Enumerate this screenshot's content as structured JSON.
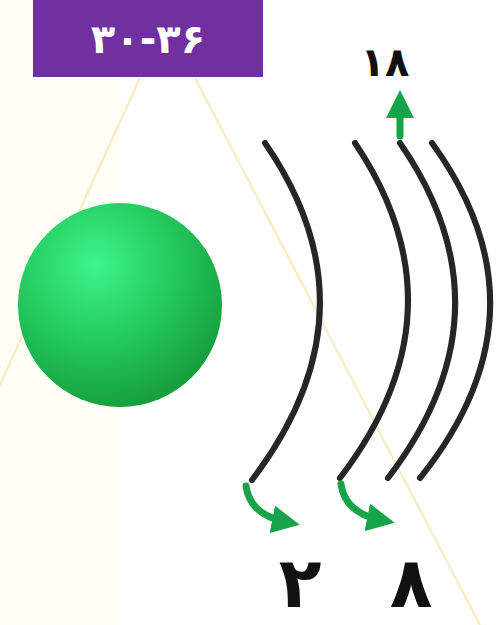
{
  "diagram": {
    "nodes": [
      {
        "text": [
          "۳۰-۳۶"
        ]
      }
    ],
    "labels": [
      "۱۸",
      "۲",
      "۸"
    ]
  }
}
